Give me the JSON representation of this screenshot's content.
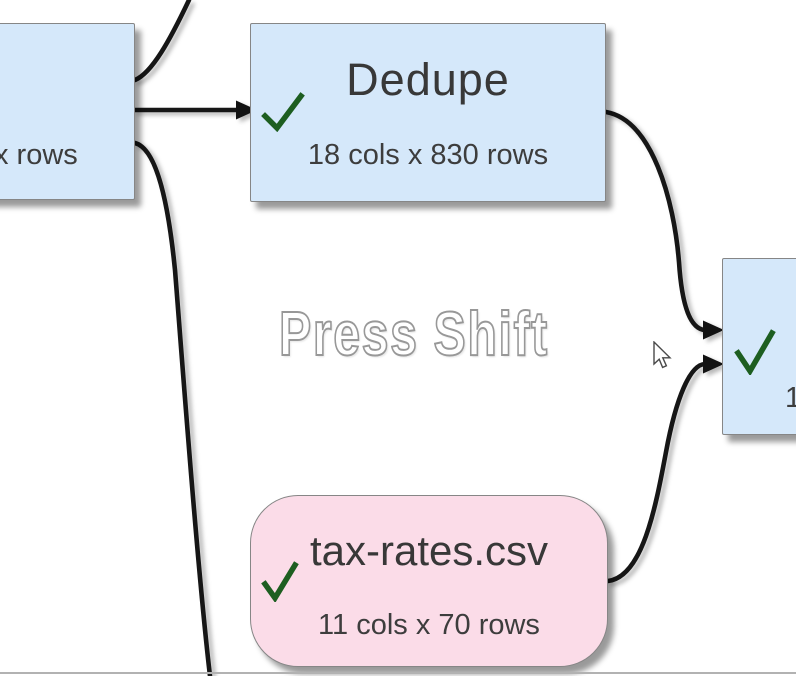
{
  "canvas": {
    "hint_watermark": "Press Shift",
    "nodes": {
      "left_partial": {
        "subtitle_fragment": "x rows",
        "kind": "transform-node (partially off-screen left)"
      },
      "dedupe": {
        "title": "Dedupe",
        "subtitle": "18 cols x 830 rows",
        "status_icon": "checkmark",
        "kind": "transform-node"
      },
      "right_partial": {
        "subtitle_fragment": "1",
        "status_icon": "checkmark",
        "kind": "transform-node (partially off-screen right)"
      },
      "tax_rates": {
        "title": "tax-rates.csv",
        "subtitle": "11 cols x 70 rows",
        "status_icon": "checkmark",
        "kind": "input-file-node"
      }
    },
    "connections": [
      {
        "from": "left_partial",
        "to": "offscreen-top"
      },
      {
        "from": "left_partial",
        "to": "dedupe"
      },
      {
        "from": "left_partial",
        "to": "offscreen-bottom"
      },
      {
        "from": "dedupe",
        "to": "right_partial"
      },
      {
        "from": "tax_rates",
        "to": "right_partial"
      }
    ],
    "colors": {
      "transform_node_fill": "#d5e8fa",
      "input_node_fill": "#fbdce8",
      "node_border": "#868686",
      "checkmark_green": "#1d5e20",
      "connector_black": "#161616",
      "label_text": "#3d3d3d",
      "hint_outline": "#989898",
      "background": "#ffffff"
    }
  },
  "cursor": {
    "type": "arrow-pointer",
    "visible": true
  }
}
